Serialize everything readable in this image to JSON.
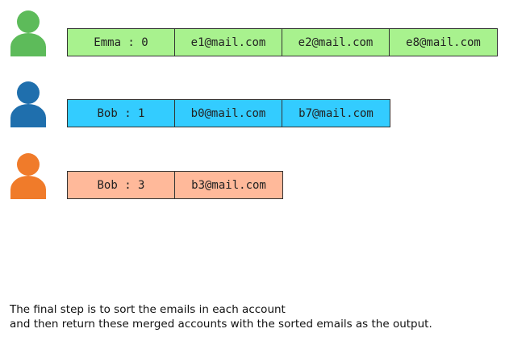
{
  "accounts": [
    {
      "avatar_color": "#5dbb5a",
      "fill": "#a8f28e",
      "label": "Emma : 0",
      "emails": [
        "e1@mail.com",
        "e2@mail.com",
        "e8@mail.com"
      ]
    },
    {
      "avatar_color": "#1f6fad",
      "fill": "#33ccff",
      "label": "Bob : 1",
      "emails": [
        "b0@mail.com",
        "b7@mail.com"
      ]
    },
    {
      "avatar_color": "#f07b2a",
      "fill": "#ffb99a",
      "label": "Bob : 3",
      "emails": [
        "b3@mail.com"
      ]
    }
  ],
  "caption": {
    "line1": "The final step is to sort the emails in each account",
    "line2": "and then return these merged accounts with the sorted emails as the output."
  }
}
